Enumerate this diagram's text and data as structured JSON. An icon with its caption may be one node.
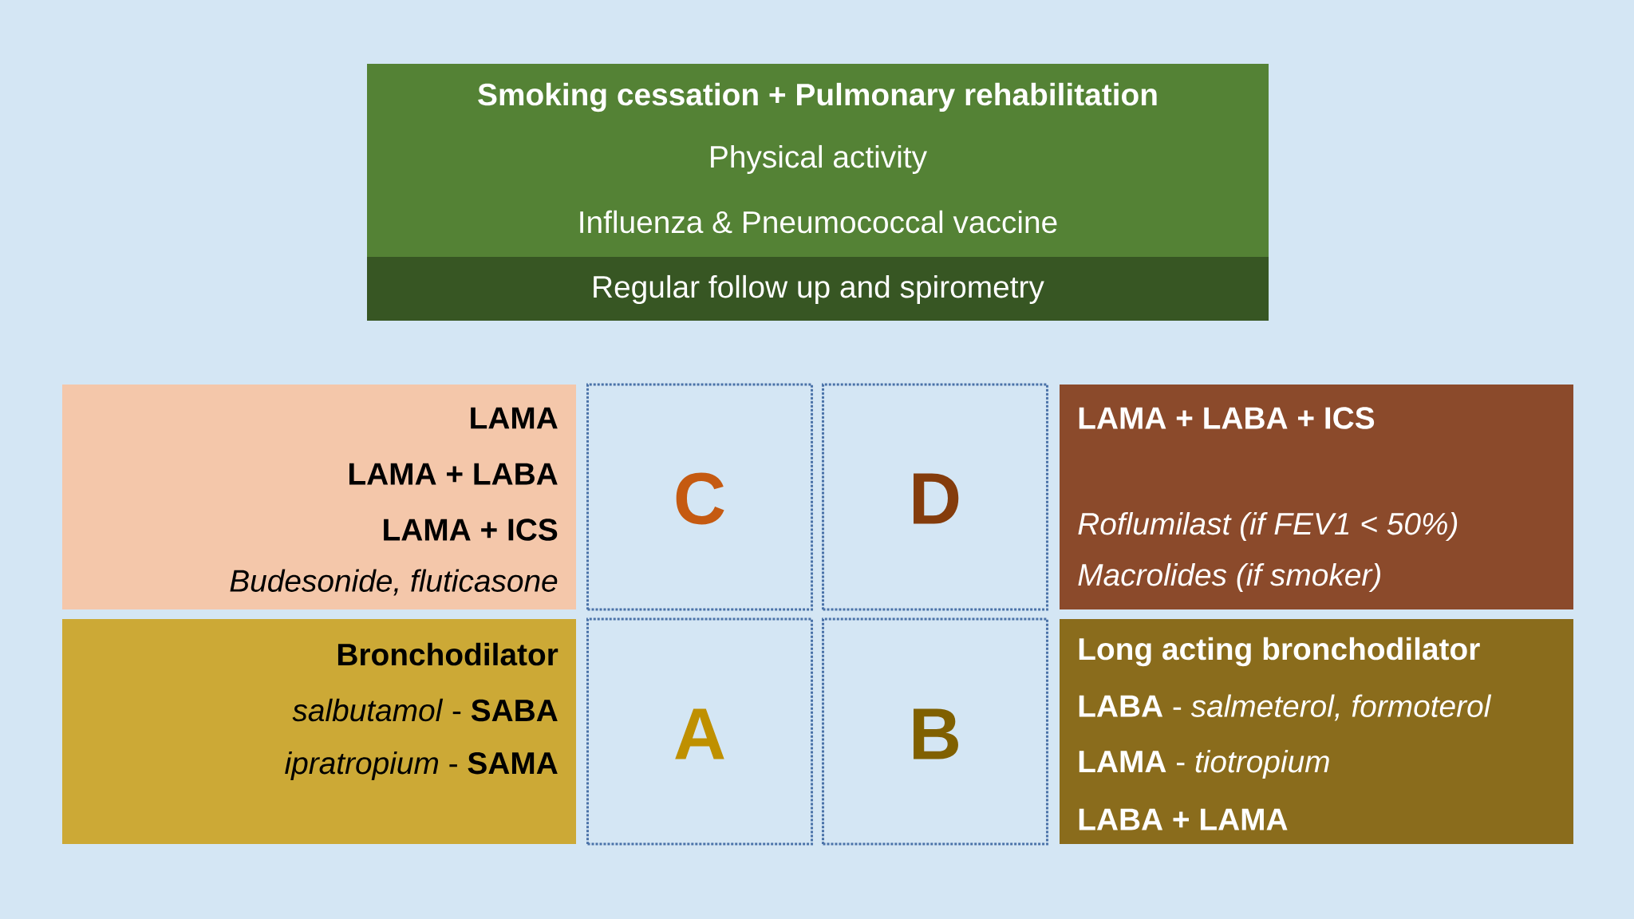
{
  "diagram": {
    "nodes": [
      {
        "text": [
          "Smoking cessation + Pulmonary rehabilitation",
          "Physical activity",
          "Influenza & Pneumococcal vaccine"
        ]
      },
      {
        "text": [
          "Regular follow up and spirometry"
        ],
        "in": 0
      },
      {
        "text": [
          "LAMA",
          "LAMA + LABA",
          "LAMA + ICS",
          "Budesonide, fluticasone"
        ]
      },
      {
        "text": [
          "C"
        ]
      },
      {
        "text": [
          "D"
        ]
      },
      {
        "text": [
          "LAMA + LABA + ICS",
          "Roflumilast (if FEV1 < 50%)",
          "Macrolides (if smoker)"
        ]
      },
      {
        "text": [
          "Bronchodilator",
          "*salbutamol* - **SABA**",
          "*ipratropium* - **SAMA**"
        ]
      },
      {
        "text": [
          "A"
        ]
      },
      {
        "text": [
          "B"
        ]
      },
      {
        "text": [
          "Long acting bronchodilator",
          "**LABA** - *salmeterol, formoterol*",
          "**LAMA** - *tiotropium*",
          "LABA + LAMA"
        ]
      }
    ]
  }
}
